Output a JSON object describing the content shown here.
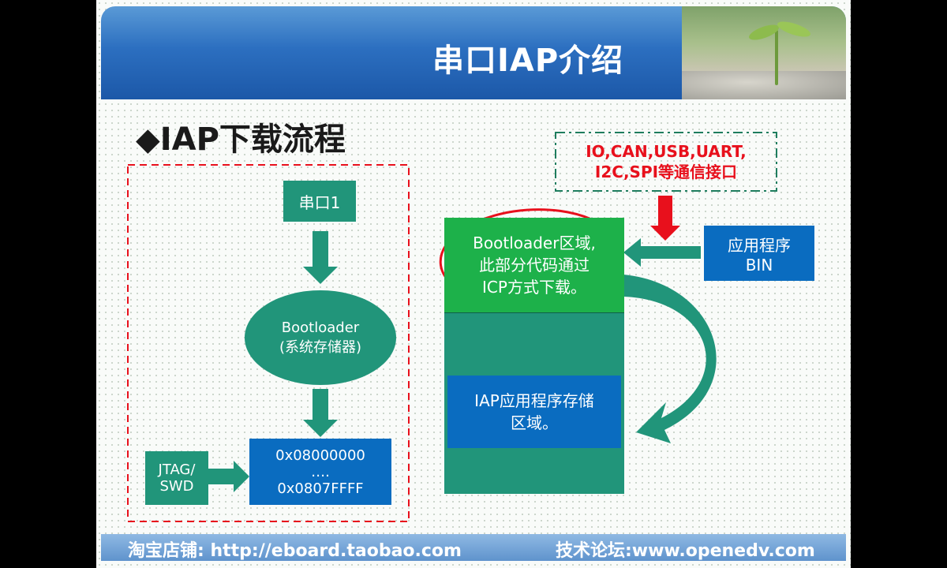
{
  "header": {
    "title": "串口IAP介绍"
  },
  "subtitle": "◆IAP下载流程",
  "left": {
    "serial": "串口1",
    "boot_line1": "Bootloader",
    "boot_line2": "(系统存储器)",
    "addr_line1": "0x08000000",
    "addr_line2": "….",
    "addr_line3": "0x0807FFFF",
    "jtag_line1": "JTAG/",
    "jtag_line2": "SWD"
  },
  "right": {
    "comm_line1": "IO,CAN,USB,UART,",
    "comm_line2": "I2C,SPI等通信接口",
    "bin_line1": "应用程序",
    "bin_line2": "BIN",
    "boot_line1": "Bootloader区域,",
    "boot_line2": "此部分代码通过",
    "boot_line3": "ICP方式下载。",
    "iap_line1": "IAP应用程序存储",
    "iap_line2": "区域。"
  },
  "footer": {
    "left": "淘宝店铺: http://eboard.taobao.com",
    "right": "技术论坛:www.openedv.com"
  },
  "colors": {
    "teal": "#21957a",
    "blue": "#0a6cc0",
    "green": "#1db14a",
    "red": "#e8101c"
  }
}
